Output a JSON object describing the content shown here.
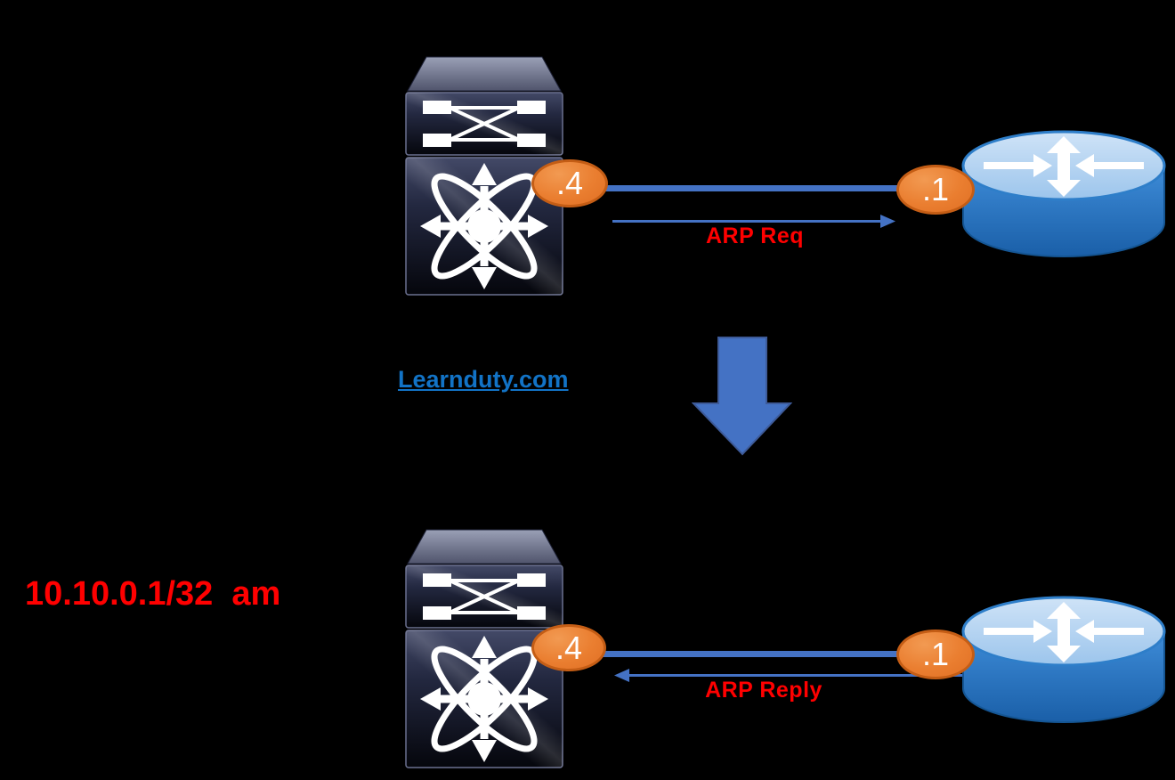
{
  "canvas": {
    "background": "#000000"
  },
  "colors": {
    "accent_blue": "#4472C4",
    "badge_orange": "#ED7D31",
    "badge_border": "#C45D15",
    "label_red": "#FF0000",
    "link_blue": "#1273C6"
  },
  "top_flow": {
    "switch_badge": ".4",
    "router_badge": ".1",
    "arrow_label": "ARP Req"
  },
  "bottom_flow": {
    "switch_badge": ".4",
    "router_badge": ".1",
    "arrow_label": "ARP Reply"
  },
  "watermark": {
    "text": "Learnduty.com"
  },
  "note": {
    "text": "10.10.0.1/32  am"
  },
  "icons": {
    "switch": "multilayer-switch-icon",
    "router": "router-icon",
    "transition": "down-arrow-icon"
  }
}
